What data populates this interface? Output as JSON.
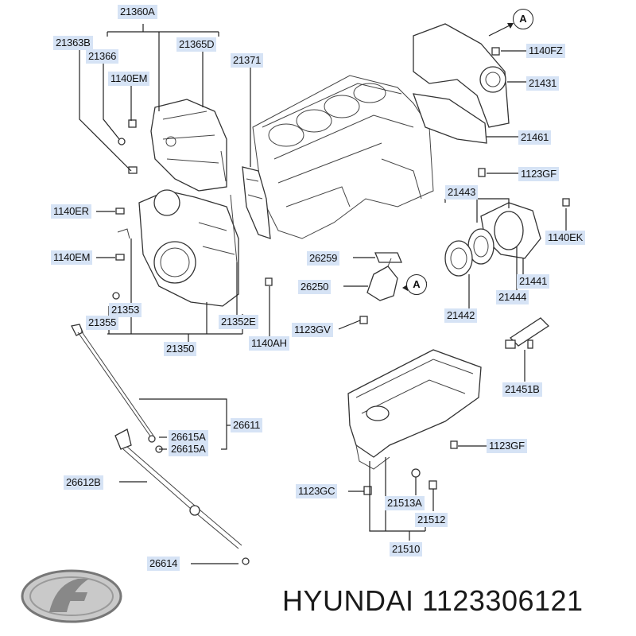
{
  "labels": {
    "p21360A": "21360A",
    "p21363B": "21363B",
    "p21365D": "21365D",
    "p21366": "21366",
    "p21371": "21371",
    "p1140EM_a": "1140EM",
    "p1140ER": "1140ER",
    "p1140EM_b": "1140EM",
    "p21353": "21353",
    "p21355": "21355",
    "p21352E": "21352E",
    "p21350": "21350",
    "p1140AH": "1140AH",
    "p1140FZ": "1140FZ",
    "p21431": "21431",
    "p21461": "21461",
    "p1123GF_a": "1123GF",
    "p21443": "21443",
    "p1140EK": "1140EK",
    "p21441": "21441",
    "p21444": "21444",
    "p21442": "21442",
    "p26259": "26259",
    "p26250": "26250",
    "p1123GV": "1123GV",
    "p21451B": "21451B",
    "p26611": "26611",
    "p26615A_a": "26615A",
    "p26615A_b": "26615A",
    "p26612B": "26612B",
    "p1123GF_b": "1123GF",
    "p1123GC": "1123GC",
    "p21513A": "21513A",
    "p21512": "21512",
    "p21510": "21510",
    "p26614": "26614"
  },
  "markers": {
    "a_top": "A",
    "a_mid": "A"
  },
  "brand": {
    "text": "HYUNDAI 1123306121",
    "logo_icon": "hyundai-logo-icon"
  }
}
